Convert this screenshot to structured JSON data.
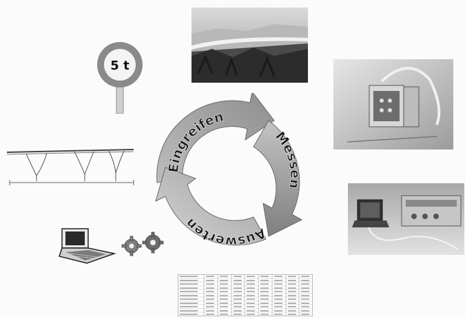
{
  "cycle": {
    "steps": [
      {
        "label": "Eingreifen"
      },
      {
        "label": "Messen"
      },
      {
        "label": "Auswerten"
      }
    ]
  },
  "sign": {
    "label": "5 t"
  }
}
